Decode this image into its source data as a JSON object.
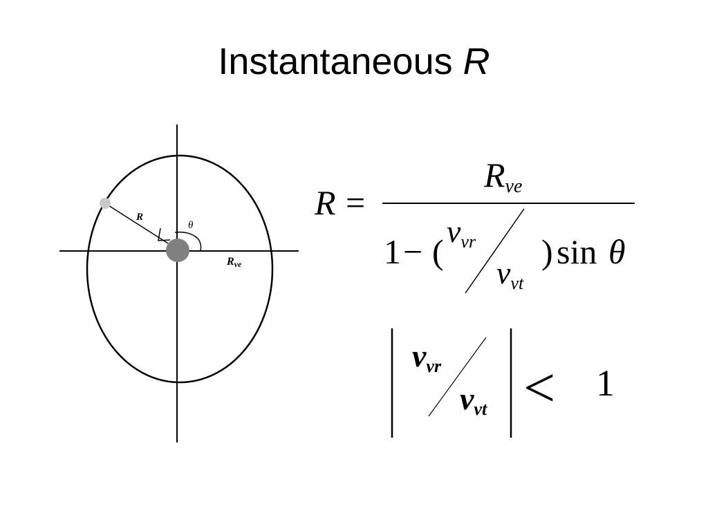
{
  "slide": {
    "title_main": "Instantaneous",
    "title_var": "R"
  },
  "diagram": {
    "label_R": "R",
    "label_theta": "θ",
    "label_Rve_main": "R",
    "label_Rve_sub": "ve"
  },
  "equation1": {
    "lhs": "R",
    "equals": "=",
    "num_main": "R",
    "num_sub": "ve",
    "den_one": "1",
    "den_minus": "−",
    "den_lparen": "(",
    "frac_top_main": "v",
    "frac_top_sub": "vr",
    "frac_bot_main": "v",
    "frac_bot_sub": "vt",
    "den_rparen": ")",
    "den_sin": "sin",
    "den_theta": "θ"
  },
  "equation2": {
    "top_main": "v",
    "top_sub": "vr",
    "bot_main": "v",
    "bot_sub": "vt",
    "less_than": "<",
    "rhs": "1"
  },
  "colors": {
    "text": "#000000",
    "central_body": "#808080",
    "orbiting_body": "#c8c8c8",
    "background": "#ffffff"
  }
}
